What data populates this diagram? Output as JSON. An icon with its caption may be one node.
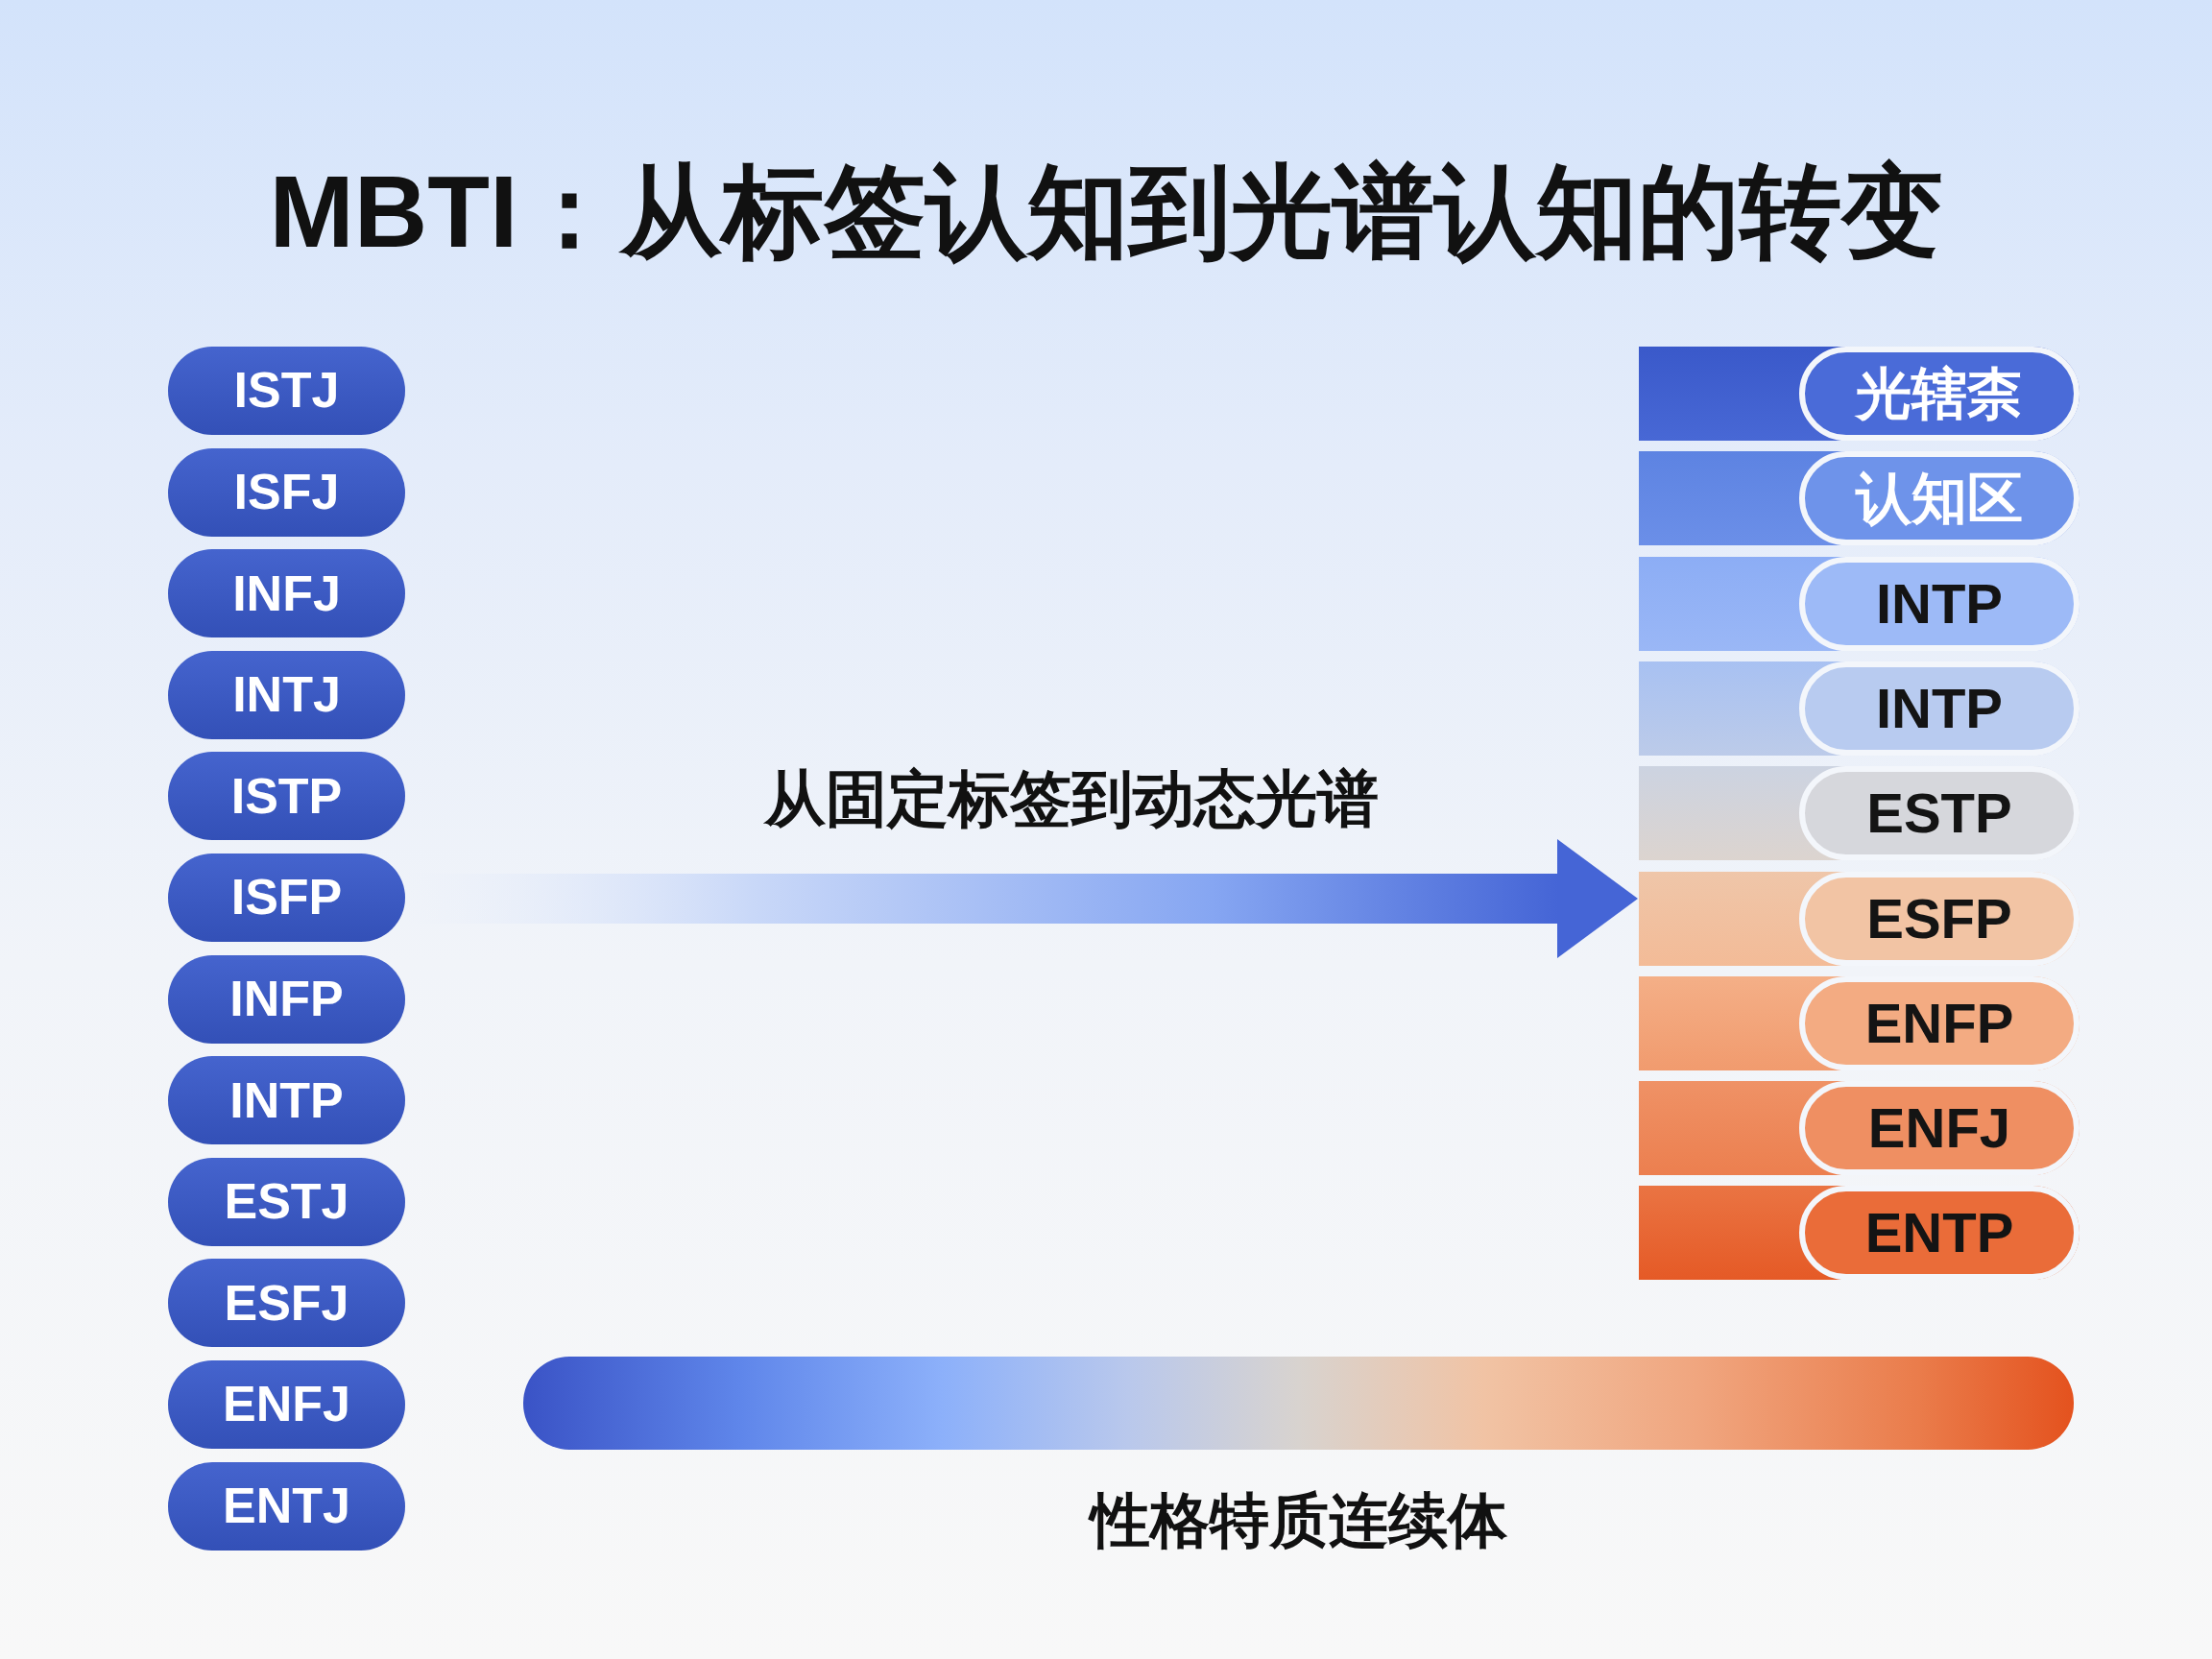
{
  "diagram": {
    "title": "MBTI：从标签认知到光谱认知的转变",
    "nodes": [
      {
        "text": [
          "ISTJ"
        ]
      },
      {
        "text": [
          "ISFJ"
        ]
      },
      {
        "text": [
          "INFJ"
        ]
      },
      {
        "text": [
          "INTJ"
        ]
      },
      {
        "text": [
          "ISTP"
        ]
      },
      {
        "text": [
          "ISFP"
        ]
      },
      {
        "text": [
          "INFP"
        ]
      },
      {
        "text": [
          "INTP"
        ]
      },
      {
        "text": [
          "ESTJ"
        ]
      },
      {
        "text": [
          "ESFJ"
        ]
      },
      {
        "text": [
          "ENFJ"
        ]
      },
      {
        "text": [
          "ENTJ"
        ]
      },
      {
        "text": [
          "光辖柰"
        ]
      },
      {
        "text": [
          "认知区"
        ]
      },
      {
        "text": [
          "INTP"
        ]
      },
      {
        "text": [
          "INTP"
        ]
      },
      {
        "text": [
          "ESTP"
        ]
      },
      {
        "text": [
          "ESFP"
        ]
      },
      {
        "text": [
          "ENFP"
        ]
      },
      {
        "text": [
          "ENFJ"
        ]
      },
      {
        "text": [
          "ENTP"
        ]
      },
      {
        "text": [],
        "shape": "bar",
        "beside": [
          "性格特质连续体"
        ]
      }
    ],
    "edges": [
      {
        "from": 5,
        "to": 17,
        "arrow": "to",
        "label": "从固定标签到动态光谱"
      }
    ]
  }
}
